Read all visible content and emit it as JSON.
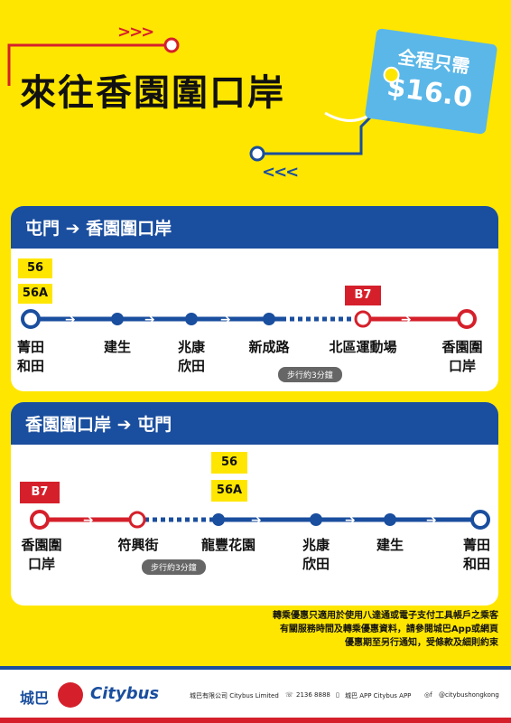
{
  "title": "來往香園圍口岸",
  "price_tag": {
    "line1": "全程只需",
    "line2": "$16.0"
  },
  "route1": {
    "header": "屯門 ➔ 香園圍口岸",
    "badges": [
      "56",
      "56A",
      "B7"
    ],
    "stops": [
      "菁田\n和田",
      "建生",
      "兆康\n欣田",
      "新成路",
      "北區運動場",
      "香園圍\n口岸"
    ],
    "walk_label": "步行約3分鐘"
  },
  "route2": {
    "header": "香園圍口岸 ➔ 屯門",
    "badges": [
      "B7",
      "56",
      "56A"
    ],
    "stops": [
      "香園圍\n口岸",
      "符興街",
      "龍豐花園",
      "兆康\n欣田",
      "建生",
      "菁田\n和田"
    ],
    "walk_label": "步行約3分鐘"
  },
  "notes": [
    "轉乘優惠只適用於使用八達通或電子支付工具帳戶之乘客",
    "有關服務時間及轉乘優惠資料，請參閱城巴App或網頁",
    "優惠期至另行通知，受條款及細則約束"
  ],
  "footer": {
    "logo_cn": "城巴",
    "logo_en": "Citybus",
    "company": "城巴有限公司 Citybus Limited",
    "phone": "2136 8888",
    "app": "城巴 APP Citybus APP",
    "social": "@citybushongkong"
  },
  "colors": {
    "yellow": "#FFE600",
    "blue": "#1A4E9E",
    "red": "#D5202B",
    "light_blue": "#5BB7E8"
  }
}
